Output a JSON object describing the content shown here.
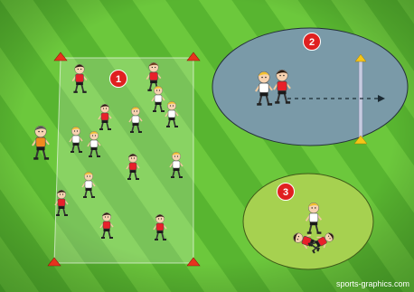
{
  "zones": [
    {
      "label": "1",
      "color": "#e02020"
    },
    {
      "label": "2",
      "color": "#e02020"
    },
    {
      "label": "3",
      "color": "#e02020"
    }
  ],
  "credit": "sports-graphics.com",
  "colors": {
    "grass_light": "#6cc83c",
    "grass_dark": "#55b02e",
    "zone2_fill": "#7a9aa8",
    "zone3_fill": "#a6d150",
    "cone": "#e8321e",
    "pole": "#c7cbe0",
    "jersey_red": "#e8202a",
    "jersey_white": "#ffffff",
    "coach_orange": "#f08a1e"
  },
  "icons": [
    "cone-icon",
    "pole-icon",
    "player-icon",
    "coach-icon",
    "arrow-icon"
  ]
}
